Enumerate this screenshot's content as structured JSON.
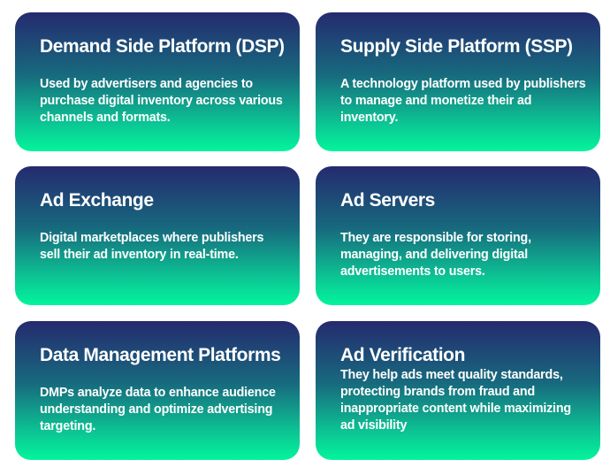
{
  "cards": [
    {
      "title": "Demand Side Platform (DSP)",
      "body": "Used by advertisers and agencies to purchase digital inventory across various channels and formats."
    },
    {
      "title": "Supply Side Platform (SSP)",
      "body": "A technology platform used by publishers to manage and monetize their ad inventory."
    },
    {
      "title": "Ad Exchange",
      "body": "Digital marketplaces where publishers sell their ad inventory in real-time."
    },
    {
      "title": "Ad Servers",
      "body": "They are responsible for storing, managing, and delivering digital advertisements to users."
    },
    {
      "title": "Data Management Platforms",
      "body": "DMPs analyze data to enhance audience understanding and optimize advertising targeting."
    },
    {
      "title": "Ad Verification",
      "body": "They help ads meet quality standards, protecting brands from fraud and inappropriate content while maximizing ad visibility"
    }
  ],
  "colors": {
    "gradient_top": "#252a6f",
    "gradient_bottom": "#03f59c"
  }
}
